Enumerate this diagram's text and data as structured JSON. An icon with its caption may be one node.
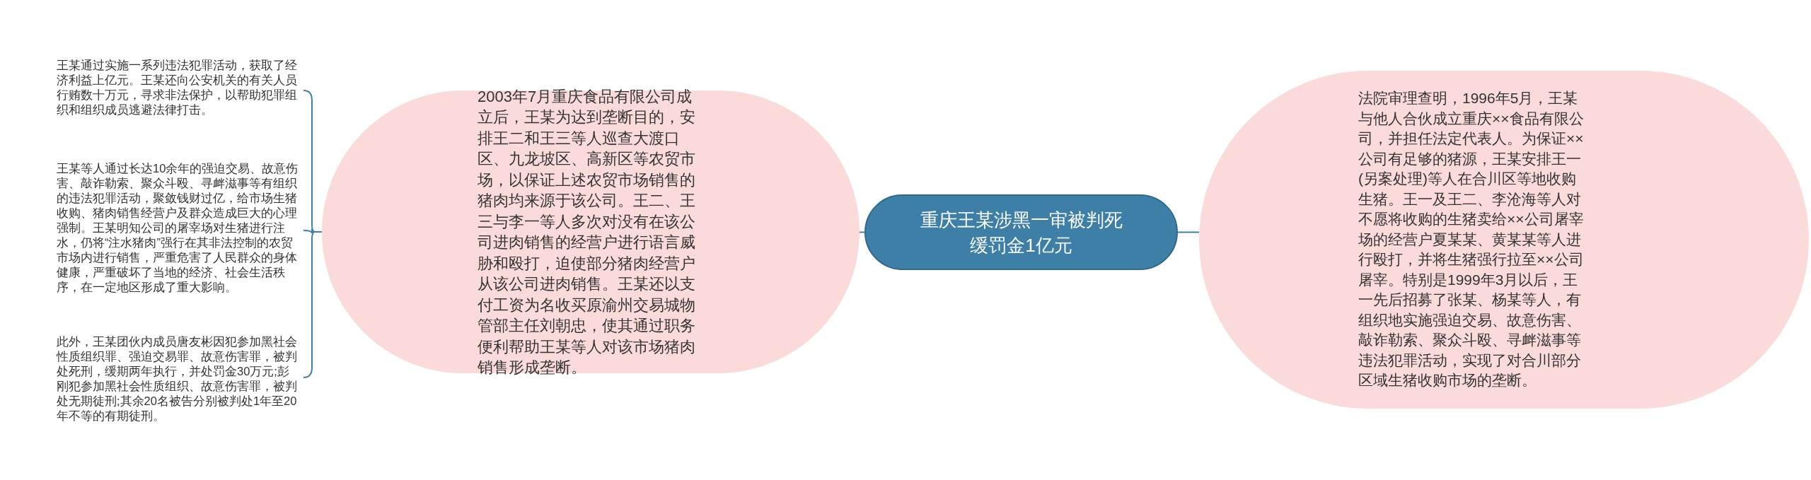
{
  "diagram": {
    "nodes": [
      {
        "text": [
          "重庆王某涉黑一审被判死缓罚金1亿元"
        ]
      },
      {
        "text": [
          "2003年7月重庆食品有限公司成立后，王某为达到垄断目的，安排王二和王三等人巡查大渡口区、九龙坡区、高新区等农贸市场，以保证上述农贸市场销售的猪肉均来源于该公司。王二、王三与李一等人多次对没有在该公司进肉销售的经营户进行语言威胁和殴打，迫使部分猪肉经营户从该公司进肉销售。王某还以支付工资为名收买原渝州交易城物管部主任刘朝忠，使其通过职务便利帮助王某等人对该市场猪肉销售形成垄断。"
        ]
      },
      {
        "text": [
          "法院审理查明，1996年5月，王某与他人合伙成立重庆××食品有限公司，并担任法定代表人。为保证××公司有足够的猪源，王某安排王一(另案处理)等人在合川区等地收购生猪。王一及王二、李沧海等人对不愿将收购的生猪卖给××公司屠宰场的经营户夏某某、黄某某等人进行殴打，并将生猪强行拉至××公司屠宰。特别是1999年3月以后，王一先后招募了张某、杨某等人，有组织地实施强迫交易、故意伤害、敲诈勒索、聚众斗殴、寻衅滋事等违法犯罪活动，实现了对合川部分区域生猪收购市场的垄断。"
        ]
      },
      {
        "text": [
          "王某通过实施一系列违法犯罪活动，获取了经济利益上亿元。王某还向公安机关的有关人员行贿数十万元，寻求非法保护，以帮助犯罪组织和组织成员逃避法律打击。"
        ]
      },
      {
        "text": [
          "王某等人通过长达10余年的强迫交易、故意伤害、敲诈勒索、聚众斗殴、寻衅滋事等有组织的违法犯罪活动，聚敛钱财过亿，给市场生猪收购、猪肉销售经营户及群众造成巨大的心理强制。王某明知公司的屠宰场对生猪进行注水，仍将“注水猪肉”强行在其非法控制的农贸市场内进行销售，严重危害了人民群众的身体健康，严重破坏了当地的经济、社会生活秩序，在一定地区形成了重大影响。"
        ]
      },
      {
        "text": [
          "此外，王某团伙内成员唐友彬因犯参加黑社会性质组织罪、强迫交易罪、故意伤害罪，被判处死刑，缓期两年执行，并处罚金30万元;彭刚犯参加黑社会性质组织、故意伤害罪，被判处无期徒刑;其余20名被告分别被判处1年至20年不等的有期徒刑。"
        ]
      }
    ],
    "edges": [
      {
        "from": 0,
        "to": 1,
        "arrow": "none"
      },
      {
        "from": 0,
        "to": 2,
        "arrow": "none"
      },
      {
        "from": 1,
        "to": 3,
        "arrow": "none"
      },
      {
        "from": 1,
        "to": 4,
        "arrow": "none"
      },
      {
        "from": 1,
        "to": 5,
        "arrow": "none"
      }
    ]
  }
}
